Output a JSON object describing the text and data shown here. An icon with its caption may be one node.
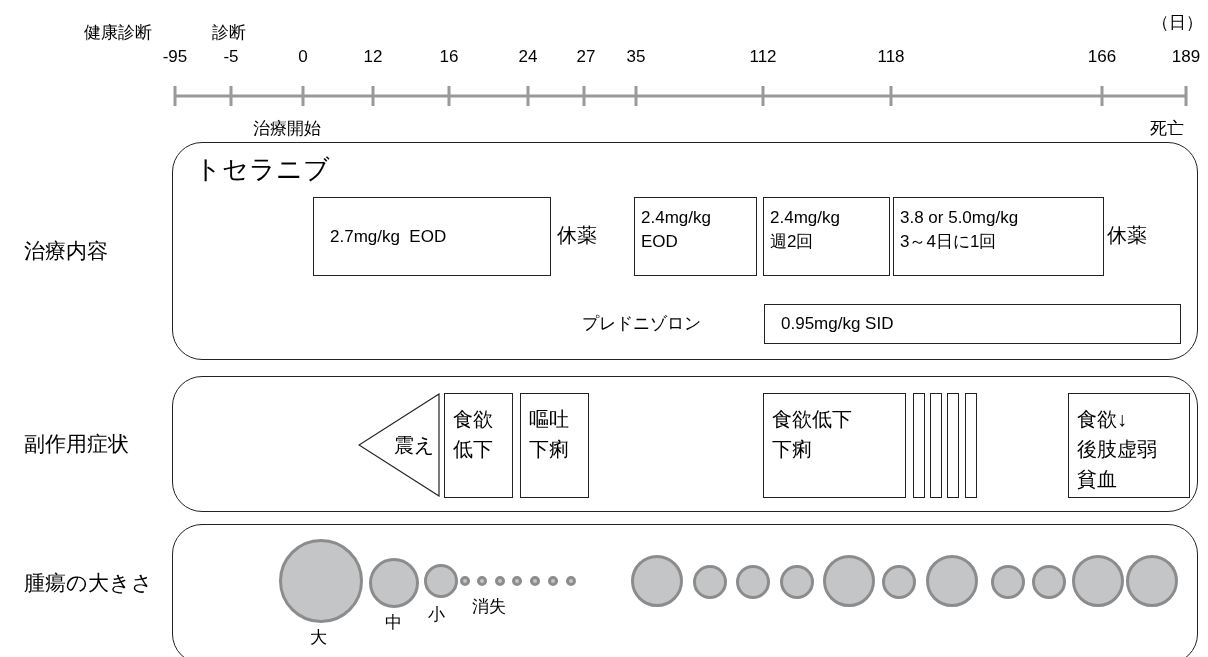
{
  "diagram": {
    "nodes": [
      {
        "text": [
          "トセラニブ"
        ]
      },
      {
        "text": [
          "2.7mg/kg  EOD"
        ],
        "in": 0
      },
      {
        "text": [
          "2.4mg/kg",
          "EOD"
        ],
        "in": 0
      },
      {
        "text": [
          "2.4mg/kg",
          "週2回"
        ],
        "in": 0
      },
      {
        "text": [
          "3.8 or 5.0mg/kg",
          "3～4日に1回"
        ],
        "in": 0
      },
      {
        "text": [
          "0.95mg/kg SID"
        ],
        "in": 0
      },
      {
        "text": [],
        "shape": "box"
      },
      {
        "text": [
          "震え"
        ],
        "in": 6
      },
      {
        "text": [
          "食欲低下"
        ],
        "in": 6
      },
      {
        "text": [
          "嘔吐",
          "下痢"
        ],
        "in": 6
      },
      {
        "text": [
          "食欲低下",
          "下痢"
        ],
        "in": 6
      },
      {
        "text": [],
        "shape": "bar",
        "in": 6
      },
      {
        "text": [],
        "shape": "bar",
        "in": 6
      },
      {
        "text": [],
        "shape": "bar",
        "in": 6
      },
      {
        "text": [],
        "shape": "bar",
        "in": 6
      },
      {
        "text": [
          "食欲↓",
          "後肢虚弱",
          "貧血"
        ],
        "in": 6
      },
      {
        "text": [],
        "shape": "box"
      },
      {
        "text": [],
        "shape": "circle",
        "in": 16,
        "beside": [
          "大"
        ]
      },
      {
        "text": [],
        "shape": "circle",
        "in": 16,
        "beside": [
          "中"
        ]
      },
      {
        "text": [],
        "shape": "circle",
        "in": 16,
        "beside": [
          "小"
        ]
      },
      {
        "text": [],
        "shape": "circle",
        "in": 16
      },
      {
        "text": [],
        "shape": "circle",
        "in": 16
      },
      {
        "text": [],
        "shape": "circle",
        "in": 16
      },
      {
        "text": [],
        "shape": "circle",
        "in": 16
      },
      {
        "text": [],
        "shape": "circle",
        "in": 16
      },
      {
        "text": [],
        "shape": "circle",
        "in": 16
      },
      {
        "text": [],
        "shape": "circle",
        "in": 16
      },
      {
        "text": [],
        "shape": "circle",
        "in": 16
      },
      {
        "text": [],
        "shape": "circle",
        "in": 16
      },
      {
        "text": [],
        "shape": "circle",
        "in": 16
      },
      {
        "text": [],
        "shape": "circle",
        "in": 16
      },
      {
        "text": [],
        "shape": "circle",
        "in": 16
      },
      {
        "text": [],
        "shape": "circle",
        "in": 16
      },
      {
        "text": [],
        "shape": "circle",
        "in": 16
      },
      {
        "text": [],
        "shape": "circle",
        "in": 16
      },
      {
        "text": [],
        "shape": "circle",
        "in": 16
      },
      {
        "text": [],
        "shape": "circle",
        "in": 16
      },
      {
        "text": [],
        "shape": "circle",
        "in": 16
      }
    ],
    "labels": [
      "健康診断",
      "診断",
      "（日）",
      "-95",
      "-5",
      "0",
      "12",
      "16",
      "24",
      "27",
      "35",
      "112",
      "118",
      "166",
      "189",
      "治療開始",
      "死亡",
      "治療内容",
      "休薬",
      "休薬",
      "プレドニゾロン",
      "副作用症状",
      "消失",
      "腫瘍の大きさ"
    ]
  }
}
